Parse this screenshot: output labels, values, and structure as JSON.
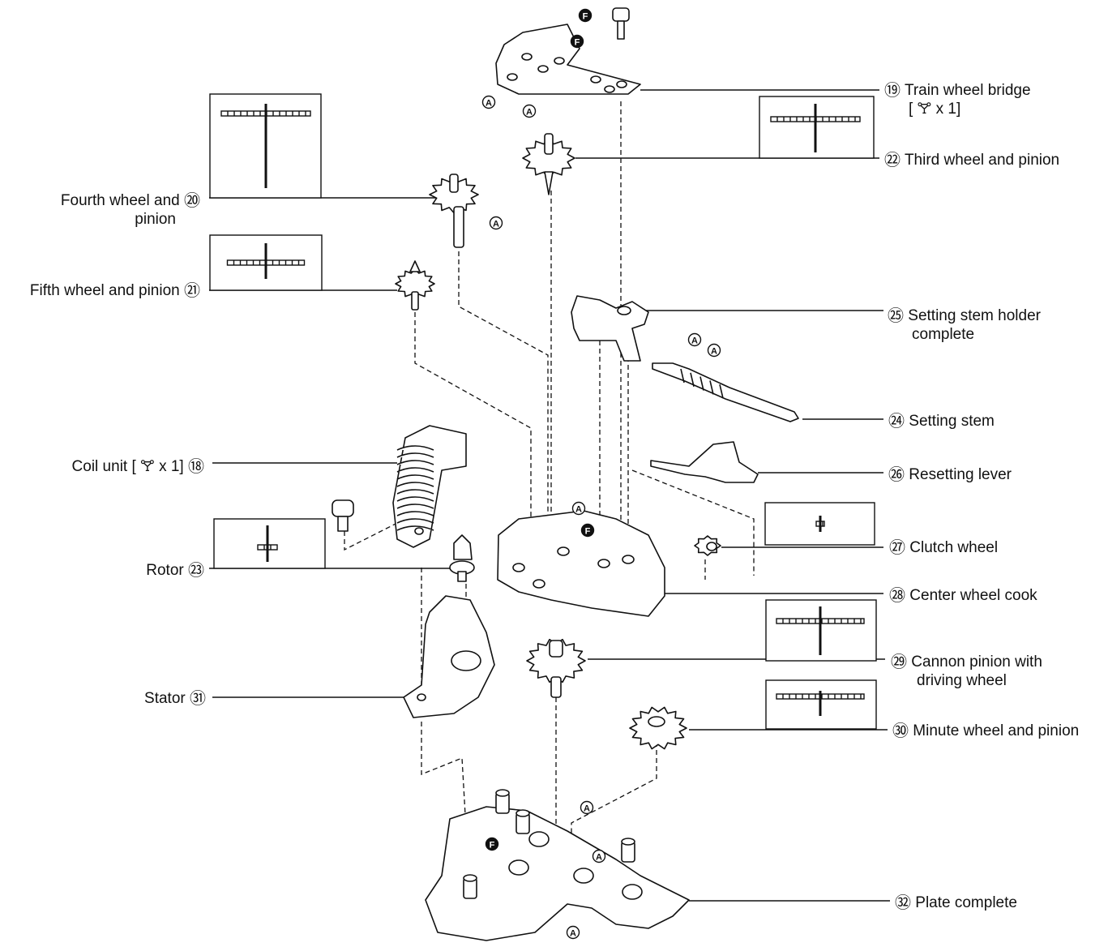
{
  "colors": {
    "ink": "#111111",
    "paper": "#ffffff",
    "part_fill": "#ffffff"
  },
  "markers": {
    "oil_a": "A",
    "oil_f": "F"
  },
  "labels": {
    "train_wheel_bridge": {
      "num": "⑲",
      "text": "Train wheel bridge",
      "text2": "[ 🝖 x 1]"
    },
    "third_wheel": {
      "num": "㉒",
      "text": "Third wheel and pinion"
    },
    "fourth_wheel": {
      "num": "⑳",
      "text": "Fourth wheel and",
      "text2": "pinion"
    },
    "fifth_wheel": {
      "num": "㉑",
      "text": "Fifth wheel and pinion"
    },
    "setting_stem_holder": {
      "num": "㉕",
      "text": "Setting stem holder",
      "text2": "complete"
    },
    "setting_stem": {
      "num": "㉔",
      "text": "Setting stem"
    },
    "coil_unit": {
      "num": "⑱",
      "text": "Coil unit [ 🝖 x 1]"
    },
    "resetting_lever": {
      "num": "㉖",
      "text": "Resetting lever"
    },
    "clutch_wheel": {
      "num": "㉗",
      "text": "Clutch wheel"
    },
    "rotor": {
      "num": "㉓",
      "text": "Rotor"
    },
    "center_wheel_cook": {
      "num": "㉘",
      "text": "Center wheel cook"
    },
    "cannon_pinion": {
      "num": "㉙",
      "text": "Cannon pinion with",
      "text2": "driving wheel"
    },
    "stator": {
      "num": "㉛",
      "text": "Stator"
    },
    "minute_wheel": {
      "num": "㉚",
      "text": "Minute wheel and pinion"
    },
    "plate_complete": {
      "num": "㉜",
      "text": "Plate complete"
    }
  }
}
